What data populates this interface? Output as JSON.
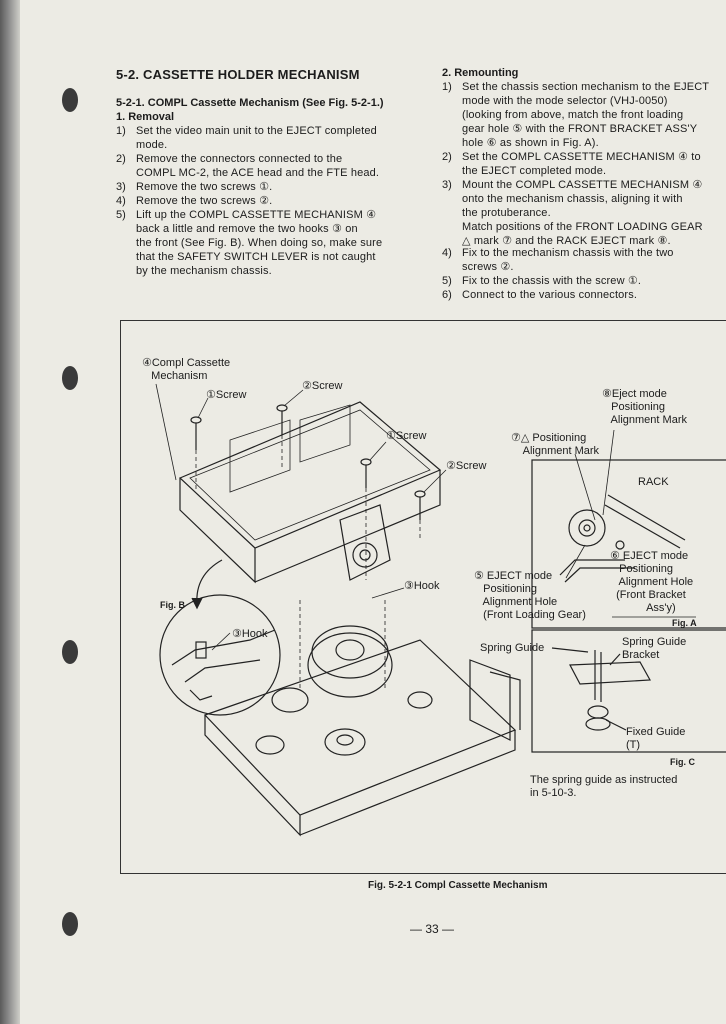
{
  "section": {
    "title": "5-2. CASSETTE HOLDER MECHANISM",
    "subsection_title": "5-2-1. COMPL Cassette Mechanism (See Fig. 5-2-1.)"
  },
  "removal": {
    "heading": "1. Removal",
    "steps": [
      {
        "num": "1)",
        "text": "Set the video main unit to the EJECT completed\nmode."
      },
      {
        "num": "2)",
        "text": "Remove the connectors connected to the\nCOMPL MC-2, the ACE head and the FTE head."
      },
      {
        "num": "3)",
        "text": "Remove the two screws ①."
      },
      {
        "num": "4)",
        "text": "Remove the two screws ②."
      },
      {
        "num": "5)",
        "text": "Lift up the COMPL CASSETTE MECHANISM ④\nback a little and remove the two hooks ③ on\nthe front (See Fig. B). When doing so, make sure\nthat the SAFETY SWITCH LEVER is not caught\nby the mechanism chassis."
      }
    ]
  },
  "remounting": {
    "heading": "2. Remounting",
    "steps": [
      {
        "num": "1)",
        "text": "Set the chassis section mechanism to the EJECT\nmode with the mode selector (VHJ-0050)\n(looking from above, match the front loading\ngear hole ⑤ with the FRONT BRACKET ASS'Y\nhole ⑥ as shown in Fig. A)."
      },
      {
        "num": "2)",
        "text": "Set the COMPL CASSETTE MECHANISM ④ to\nthe EJECT completed mode."
      },
      {
        "num": "3)",
        "text": "Mount the COMPL CASSETTE MECHANISM ④\nonto the mechanism chassis, aligning it with\nthe protuberance.\nMatch positions of the FRONT LOADING GEAR\n△ mark ⑦ and the RACK EJECT mark ⑧."
      },
      {
        "num": "4)",
        "text": "Fix to the mechanism chassis with the two\nscrews ②."
      },
      {
        "num": "5)",
        "text": "Fix to the chassis with the screw ①."
      },
      {
        "num": "6)",
        "text": "Connect to the various connectors."
      }
    ]
  },
  "figure": {
    "labels": {
      "compl_cassette": "④Compl Cassette\n   Mechanism",
      "screw1_a": "①Screw",
      "screw2_a": "②Screw",
      "screw1_b": "①Screw",
      "screw2_b": "②Screw",
      "hook_main": "③Hook",
      "hook_b": "③Hook",
      "eject_mode_8": "⑧Eject mode\n   Positioning\n   Alignment Mark",
      "positioning_7": "⑦△ Positioning\n    Alignment Mark",
      "rack": "RACK",
      "eject_mode_6": "⑥ EJECT mode\n   Positioning\n   Alignment Hole\n  (Front Bracket\n            Ass'y)",
      "eject_mode_5": "⑤ EJECT mode\n   Positioning\n   Alignment Hole\n   (Front Loading Gear)",
      "spring_guide": "Spring Guide",
      "spring_guide_bracket": "Spring Guide\nBracket",
      "fixed_guide": "Fixed Guide\n(T)",
      "note": "The spring guide as instructed\nin 5-10-3."
    },
    "fig_a": "Fig. A",
    "fig_b": "Fig. B",
    "fig_c": "Fig. C",
    "caption": "Fig. 5-2-1 Compl Cassette Mechanism"
  },
  "page_number": "— 33 —"
}
